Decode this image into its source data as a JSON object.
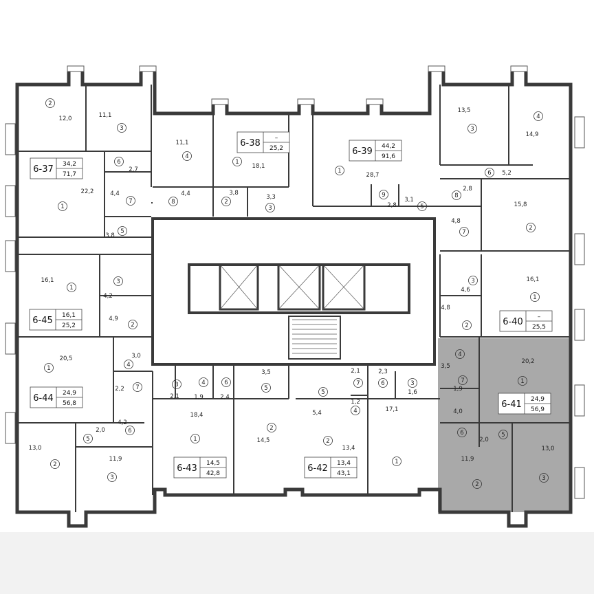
{
  "colors": {
    "wall": "#3a3a3a",
    "highlight": "#a9a9a9",
    "line": "#555555"
  },
  "apartments": [
    {
      "id": "6-37",
      "living": "34,2",
      "total": "71,7",
      "highlighted": false,
      "rooms": [
        {
          "num": "1",
          "area": "22,2"
        },
        {
          "num": "2",
          "area": "12,0"
        },
        {
          "num": "3",
          "area": "11,1"
        },
        {
          "num": "4",
          "area": "11,1"
        },
        {
          "num": "5",
          "area": "3,8"
        },
        {
          "num": "6",
          "area": "2,7"
        },
        {
          "num": "7",
          "area": "4,4"
        },
        {
          "num": "8",
          "area": "4,4"
        }
      ]
    },
    {
      "id": "6-38",
      "living": "–",
      "total": "25,2",
      "highlighted": false,
      "rooms": [
        {
          "num": "1",
          "area": "18,1"
        },
        {
          "num": "2",
          "area": "3,8"
        },
        {
          "num": "3",
          "area": "3,3"
        }
      ]
    },
    {
      "id": "6-39",
      "living": "44,2",
      "total": "91,6",
      "highlighted": false,
      "rooms": [
        {
          "num": "1",
          "area": "28,7"
        },
        {
          "num": "2",
          "area": "15,8"
        },
        {
          "num": "3",
          "area": "13,5"
        },
        {
          "num": "4",
          "area": "14,9"
        },
        {
          "num": "5",
          "area": "3,1"
        },
        {
          "num": "6",
          "area": "5,2"
        },
        {
          "num": "7",
          "area": "4,8"
        },
        {
          "num": "8",
          "area": "2,8"
        },
        {
          "num": "9",
          "area": "2,8"
        }
      ]
    },
    {
      "id": "6-40",
      "living": "–",
      "total": "25,5",
      "highlighted": false,
      "rooms": [
        {
          "num": "1",
          "area": "16,1"
        },
        {
          "num": "2",
          "area": "4,8"
        },
        {
          "num": "3",
          "area": "4,6"
        }
      ]
    },
    {
      "id": "6-41",
      "living": "24,9",
      "total": "56,9",
      "highlighted": true,
      "rooms": [
        {
          "num": "1",
          "area": "20,2"
        },
        {
          "num": "2",
          "area": "11,9"
        },
        {
          "num": "3",
          "area": "13,0"
        },
        {
          "num": "4",
          "area": "3,5"
        },
        {
          "num": "5",
          "area": "2,0"
        },
        {
          "num": "6",
          "area": "4,0"
        },
        {
          "num": "7",
          "area": "1,9"
        }
      ]
    },
    {
      "id": "6-42",
      "living": "13,4",
      "total": "43,1",
      "highlighted": false,
      "rooms": [
        {
          "num": "1",
          "area": "17,1"
        },
        {
          "num": "2",
          "area": "13,4"
        },
        {
          "num": "3",
          "area": "1,6"
        },
        {
          "num": "4",
          "area": "1,2"
        },
        {
          "num": "5",
          "area": "5,4"
        },
        {
          "num": "6",
          "area": "2,3"
        },
        {
          "num": "7",
          "area": "2,1"
        }
      ]
    },
    {
      "id": "6-43",
      "living": "14,5",
      "total": "42,8",
      "highlighted": false,
      "rooms": [
        {
          "num": "1",
          "area": "18,4"
        },
        {
          "num": "2",
          "area": "14,5"
        },
        {
          "num": "3",
          "area": "2,1"
        },
        {
          "num": "4",
          "area": "1,9"
        },
        {
          "num": "5",
          "area": "3,5"
        },
        {
          "num": "6",
          "area": "2,4"
        }
      ]
    },
    {
      "id": "6-44",
      "living": "24,9",
      "total": "56,8",
      "highlighted": false,
      "rooms": [
        {
          "num": "1",
          "area": "20,5"
        },
        {
          "num": "2",
          "area": "13,0"
        },
        {
          "num": "3",
          "area": "11,9"
        },
        {
          "num": "4",
          "area": "3,0"
        },
        {
          "num": "5",
          "area": "2,0"
        },
        {
          "num": "6",
          "area": "4,2"
        },
        {
          "num": "7",
          "area": "2,2"
        }
      ]
    },
    {
      "id": "6-45",
      "living": "16,1",
      "total": "25,2",
      "highlighted": false,
      "rooms": [
        {
          "num": "1",
          "area": "16,1"
        },
        {
          "num": "2",
          "area": "4,9"
        },
        {
          "num": "3",
          "area": "4,2"
        }
      ]
    }
  ]
}
